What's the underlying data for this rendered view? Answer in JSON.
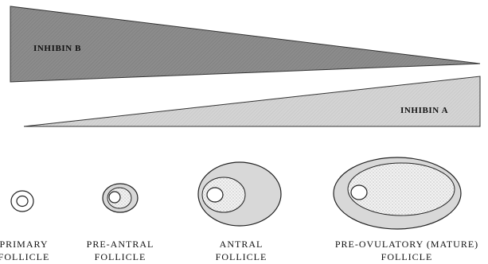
{
  "hormone_bars": {
    "inhibin_b": {
      "label": "INHIBIN B",
      "color": "#8c8c8c"
    },
    "inhibin_a": {
      "label": "INHIBIN A",
      "color": "#d4d4d4"
    }
  },
  "follicle_stages": [
    {
      "line1": "PRIMARY",
      "line2": "FOLLICLE"
    },
    {
      "line1": "PRE-ANTRAL",
      "line2": "FOLLICLE"
    },
    {
      "line1": "ANTRAL",
      "line2": "FOLLICLE"
    },
    {
      "line1": "PRE-OVULATORY (MATURE)",
      "line2": "FOLLICLE"
    }
  ],
  "colors": {
    "follicle_fill": "#d8d8d8",
    "antrum_fill": "#ececec",
    "stroke": "#222222"
  }
}
